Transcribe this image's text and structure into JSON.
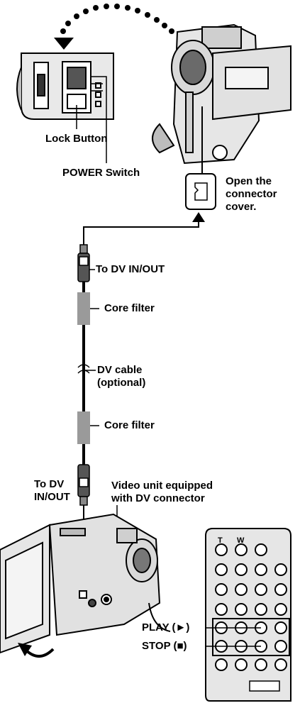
{
  "labels": {
    "lock_button": "Lock Button",
    "power_switch": "POWER Switch",
    "open_cover_1": "Open the",
    "open_cover_2": "connector",
    "open_cover_3": "cover.",
    "dv_in_out_top": "To DV IN/OUT",
    "core_filter_1": "Core filter",
    "dv_cable_1": "DV cable",
    "dv_cable_2": "(optional)",
    "core_filter_2": "Core filter",
    "dv_in_out_bottom_1": "To DV",
    "dv_in_out_bottom_2": "IN/OUT",
    "video_unit_1": "Video unit equipped",
    "video_unit_2": "with DV connector",
    "play": "PLAY (►)",
    "stop": "STOP (■)"
  },
  "remote": {
    "letters": [
      "T",
      "W"
    ]
  },
  "colors": {
    "line": "#000000",
    "body": "#e6e6e6",
    "dark": "#8a8a8a",
    "filter": "#9a9a9a"
  }
}
